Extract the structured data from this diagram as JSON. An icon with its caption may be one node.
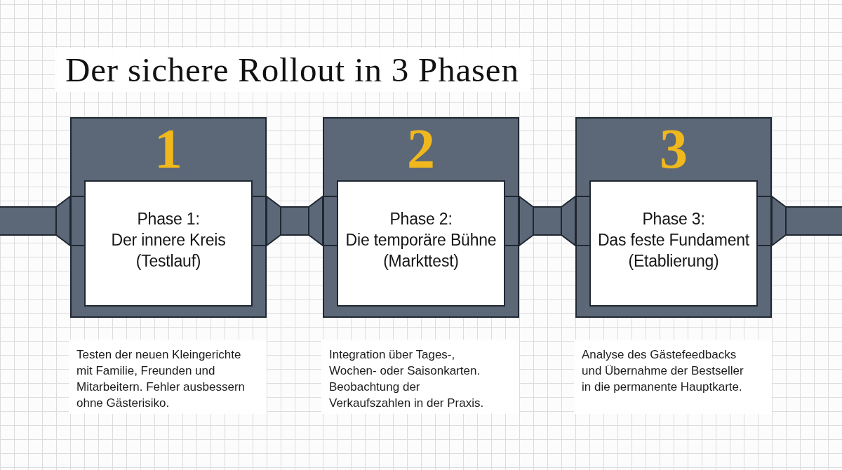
{
  "diagram": {
    "title": "Der sichere Rollout in 3 Phasen",
    "nodes": [
      {
        "text": [
          "1"
        ],
        "beside": [
          "Testen der neuen Kleingerichte mit Familie, Freunden und Mitarbeitern. Fehler ausbessern ohne Gästerisiko."
        ]
      },
      {
        "text": [
          "Phase 1:",
          "Der innere Kreis (Testlauf)"
        ],
        "in": 0
      },
      {
        "text": [
          "2"
        ],
        "beside": [
          "Integration über Tages-, Wochen- oder Saisonkarten. Beobachtung der Verkaufszahlen in der Praxis."
        ]
      },
      {
        "text": [
          "Phase 2:",
          "Die temporäre Bühne (Markttest)"
        ],
        "in": 2
      },
      {
        "text": [
          "3"
        ],
        "beside": [
          "Analyse des Gästefeedbacks und Übernahme der Bestseller in die permanente Hauptkarte."
        ]
      },
      {
        "text": [
          "Phase 3:",
          "Das feste Fundament (Etablierung)"
        ],
        "in": 4
      }
    ],
    "edges": [
      {
        "from": null,
        "to": 0,
        "arrow": "none"
      },
      {
        "from": 0,
        "to": 2,
        "arrow": "none"
      },
      {
        "from": 2,
        "to": 4,
        "arrow": "none"
      },
      {
        "from": 4,
        "to": null,
        "arrow": "none"
      }
    ]
  }
}
